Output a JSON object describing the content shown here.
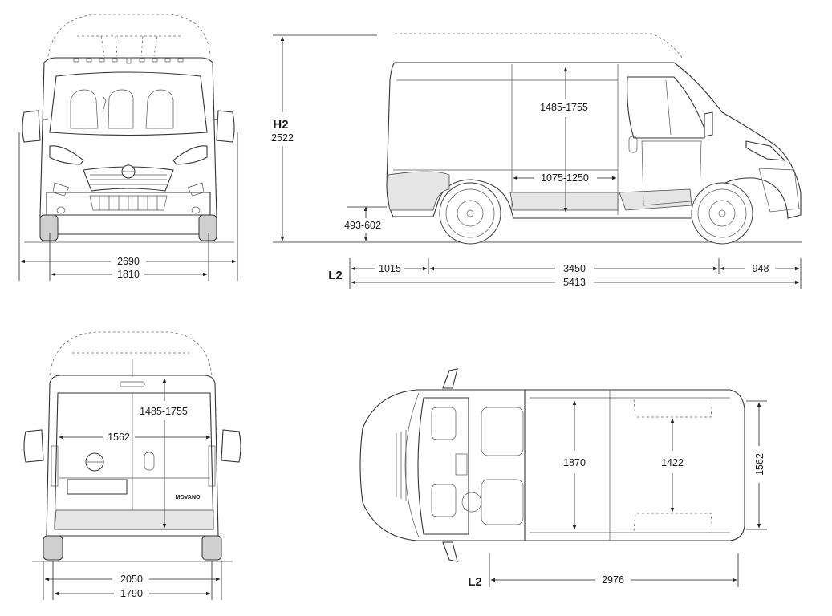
{
  "front_view": {
    "overall_width": "2690",
    "track_width": "1810"
  },
  "side_view": {
    "height_code": "H2",
    "overall_height": "2522",
    "load_sill_height": "493-602",
    "interior_height": "1485-1755",
    "side_door_width": "1075-1250",
    "length_code": "L2",
    "front_overhang": "1015",
    "wheelbase": "3450",
    "rear_overhang": "948",
    "overall_length": "5413"
  },
  "rear_view": {
    "door_height": "1485-1755",
    "door_width": "1562",
    "badge_text": "MOVANO",
    "overall_width": "2050",
    "track_width": "1790"
  },
  "top_view": {
    "interior_width": "1870",
    "width_between_arches": "1422",
    "rear_opening_width": "1562",
    "length_code": "L2",
    "load_length": "2976"
  }
}
